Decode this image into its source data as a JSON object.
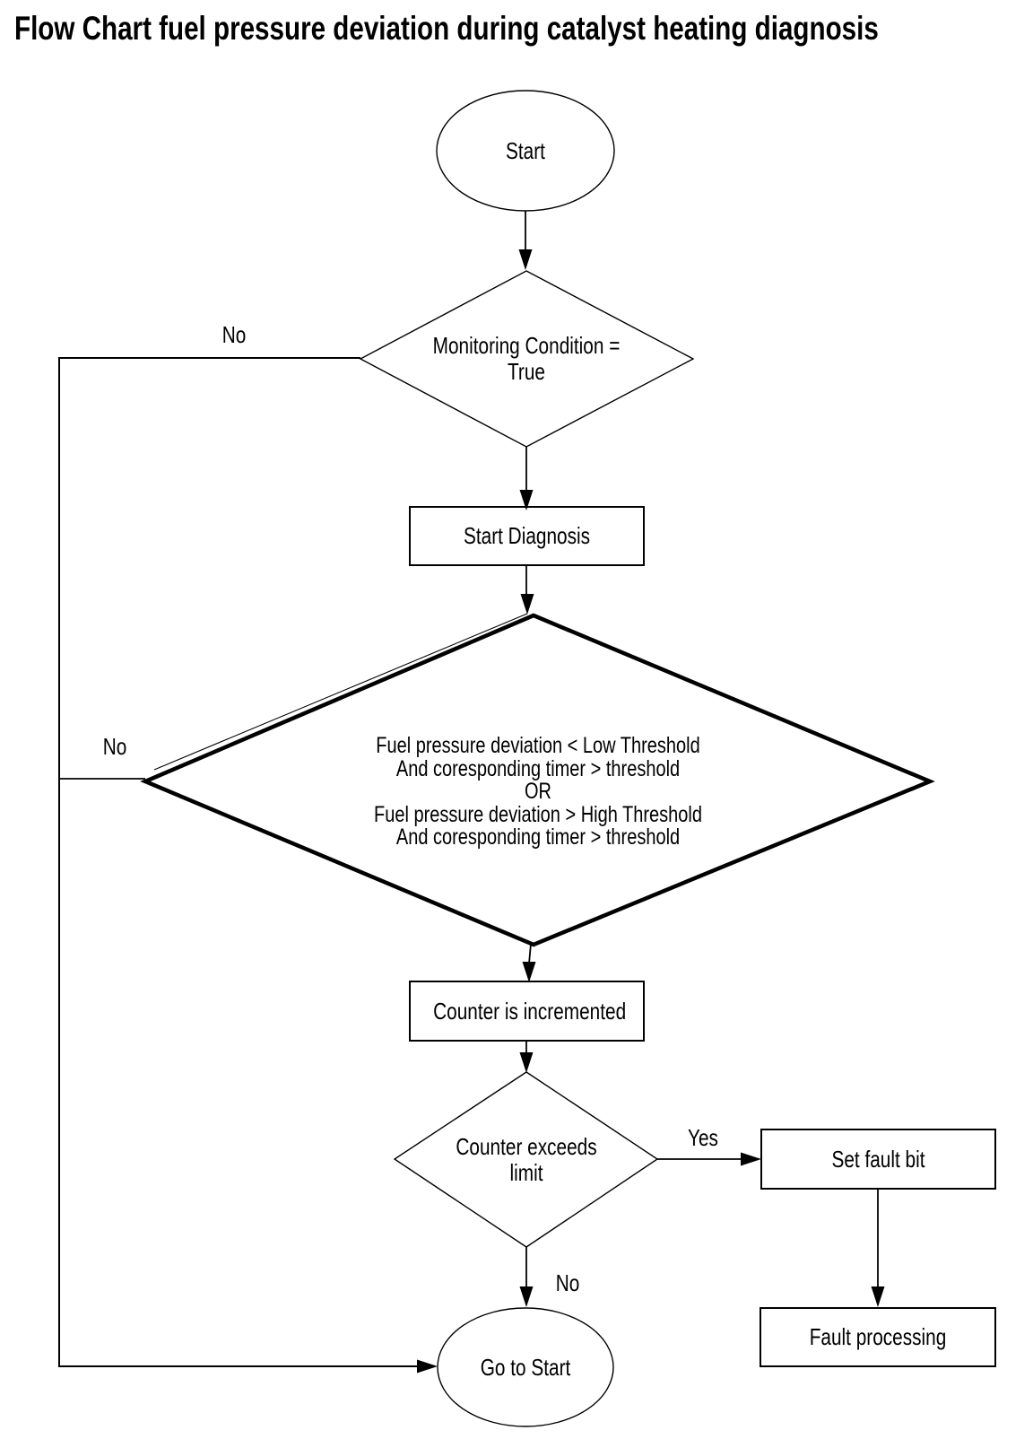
{
  "title": "Flow Chart fuel pressure deviation during catalyst heating diagnosis",
  "nodes": {
    "start": {
      "label": "Start"
    },
    "monitoring_decision": {
      "line1": "Monitoring Condition =",
      "line2": "True"
    },
    "start_diagnosis": {
      "label": "Start Diagnosis"
    },
    "pressure_decision": {
      "lines": [
        "Fuel pressure deviation < Low Threshold",
        "And coresponding timer > threshold",
        "OR",
        "Fuel pressure deviation > High Threshold",
        "And coresponding timer > threshold"
      ]
    },
    "counter_incremented": {
      "label": "Counter is incremented"
    },
    "counter_decision": {
      "line1": "Counter exceeds",
      "line2": "limit"
    },
    "set_fault_bit": {
      "label": "Set fault bit"
    },
    "fault_processing": {
      "label": "Fault processing"
    },
    "go_to_start": {
      "label": "Go to Start"
    }
  },
  "edge_labels": {
    "monitoring_no": "No",
    "pressure_no": "No",
    "counter_yes": "Yes",
    "counter_no": "No"
  },
  "colors": {
    "stroke": "#000000",
    "background": "#ffffff",
    "text": "#000000"
  }
}
